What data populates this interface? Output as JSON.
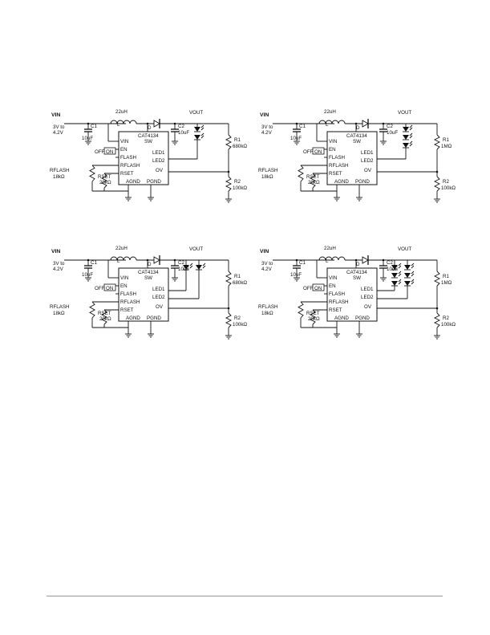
{
  "circuits": [
    {
      "vin": "VIN",
      "vin_range_a": "3V to",
      "vin_range_b": "4.2V",
      "inductor": "22uH",
      "inductor_ref": "L",
      "diode_ref": "D",
      "c1": "C1",
      "c1_val": "10uF",
      "c2": "C2",
      "c2_val": "10uF",
      "vout": "VOUT",
      "chip": "CAT4134",
      "pins": {
        "vin": "VIN",
        "en": "EN",
        "flash": "FLASH",
        "rflash": "RFLASH",
        "rset": "RSET",
        "sw": "SW",
        "led1": "LED1",
        "led2": "LED2",
        "ov": "OV",
        "agnd": "AGND",
        "pgnd": "PGND"
      },
      "off": "OFF",
      "on": "ON",
      "rflash_label": "RFLASH",
      "rflash_val": "18kΩ",
      "rset_label": "RSET",
      "rset_val": "20kΩ",
      "r1": "R1",
      "r1_val": "680kΩ",
      "r2": "R2",
      "r2_val": "100kΩ"
    },
    {
      "vin": "VIN",
      "vin_range_a": "3V to",
      "vin_range_b": "4.2V",
      "inductor": "22uH",
      "inductor_ref": "L",
      "diode_ref": "D",
      "c1": "C1",
      "c1_val": "10uF",
      "c2": "C2",
      "c2_val": "10uF",
      "vout": "VOUT",
      "chip": "CAT4134",
      "pins": {
        "vin": "VIN",
        "en": "EN",
        "flash": "FLASH",
        "rflash": "RFLASH",
        "rset": "RSET",
        "sw": "SW",
        "led1": "LED1",
        "led2": "LED2",
        "ov": "OV",
        "agnd": "AGND",
        "pgnd": "PGND"
      },
      "off": "OFF",
      "on": "ON",
      "rflash_label": "RFLASH",
      "rflash_val": "18kΩ",
      "rset_label": "RSET",
      "rset_val": "20kΩ",
      "r1": "R1",
      "r1_val": "1MΩ",
      "r2": "R2",
      "r2_val": "100kΩ"
    },
    {
      "vin": "VIN",
      "vin_range_a": "3V to",
      "vin_range_b": "4.2V",
      "inductor": "22uH",
      "inductor_ref": "L",
      "diode_ref": "D",
      "c1": "C1",
      "c1_val": "10uF",
      "c2": "C2",
      "c2_val": "10uF",
      "vout": "VOUT",
      "chip": "CAT4134",
      "pins": {
        "vin": "VIN",
        "en": "EN",
        "flash": "FLASH",
        "rflash": "RFLASH",
        "rset": "RSET",
        "sw": "SW",
        "led1": "LED1",
        "led2": "LED2",
        "ov": "OV",
        "agnd": "AGND",
        "pgnd": "PGND"
      },
      "off": "OFF",
      "on": "ON",
      "rflash_label": "RFLASH",
      "rflash_val": "18kΩ",
      "rset_label": "RSET",
      "rset_val": "20kΩ",
      "r1": "R1",
      "r1_val": "680kΩ",
      "r2": "R2",
      "r2_val": "100kΩ"
    },
    {
      "vin": "VIN",
      "vin_range_a": "3V to",
      "vin_range_b": "4.2V",
      "inductor": "22uH",
      "inductor_ref": "L",
      "diode_ref": "D",
      "c1": "C1",
      "c1_val": "10uF",
      "c2": "C2",
      "c2_val": "10uF",
      "vout": "VOUT",
      "chip": "CAT4134",
      "pins": {
        "vin": "VIN",
        "en": "EN",
        "flash": "FLASH",
        "rflash": "RFLASH",
        "rset": "RSET",
        "sw": "SW",
        "led1": "LED1",
        "led2": "LED2",
        "ov": "OV",
        "agnd": "AGND",
        "pgnd": "PGND"
      },
      "off": "OFF",
      "on": "ON",
      "rflash_label": "RFLASH",
      "rflash_val": "18kΩ",
      "rset_label": "RSET",
      "rset_val": "20kΩ",
      "r1": "R1",
      "r1_val": "1MΩ",
      "r2": "R2",
      "r2_val": "100kΩ"
    }
  ]
}
